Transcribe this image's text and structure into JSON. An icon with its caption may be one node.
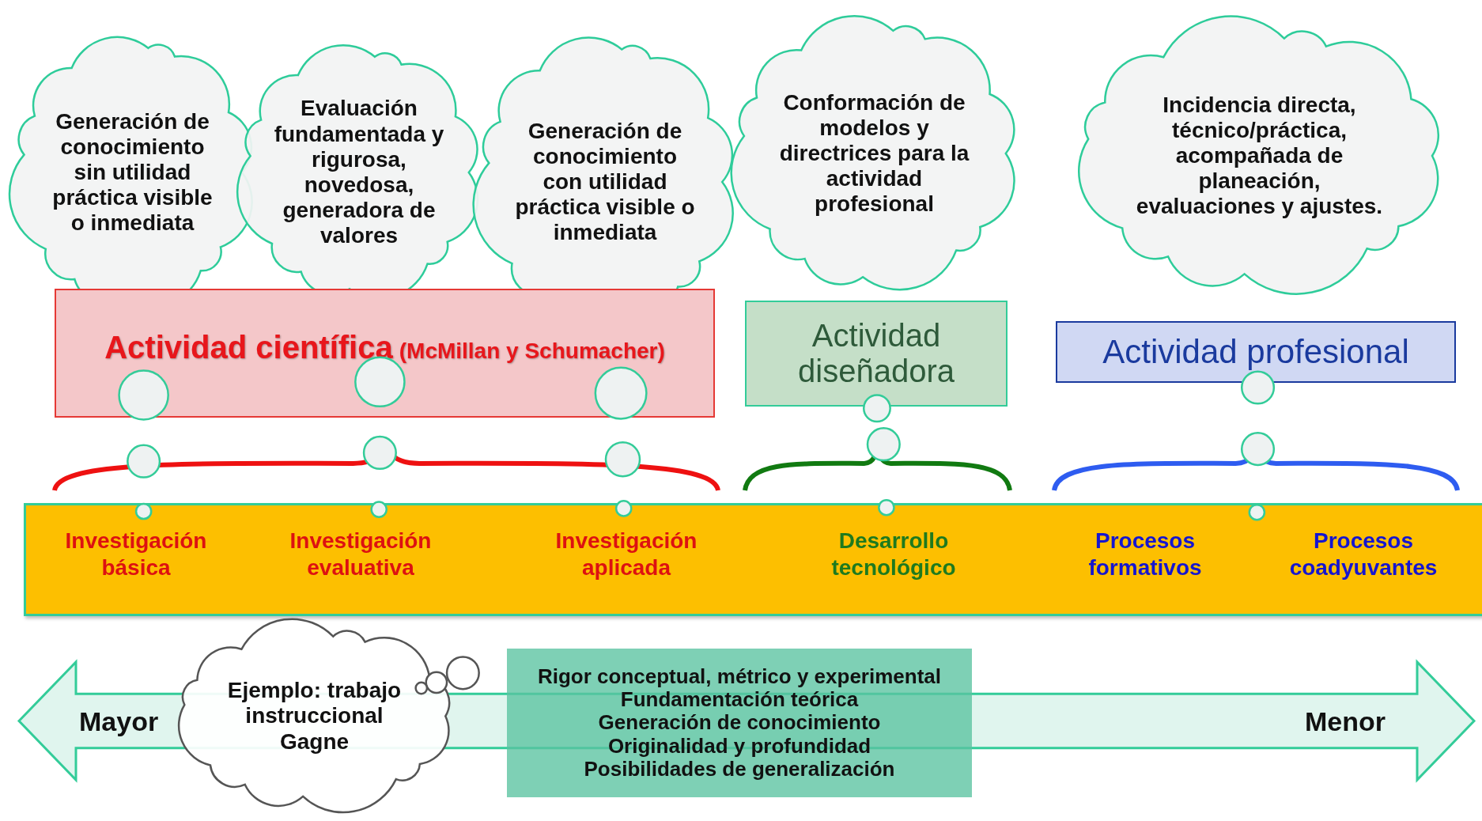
{
  "diagram": {
    "nodes": [
      {
        "text": [
          "Generación de conocimiento sin utilidad práctica visible o inmediata"
        ]
      },
      {
        "text": [
          "Evaluación fundamentada y rigurosa, novedosa, generadora de valores"
        ]
      },
      {
        "text": [
          "Generación de conocimiento con utilidad práctica visible o inmediata"
        ]
      },
      {
        "text": [
          "Conformación de modelos y directrices para la actividad profesional"
        ]
      },
      {
        "text": [
          "Incidencia directa, técnico/práctica, acompañada de planeación, evaluaciones y ajustes."
        ]
      },
      {
        "text": [
          "Actividad científica",
          "(McMillan y Schumacher)"
        ]
      },
      {
        "text": [
          "Actividad diseñadora"
        ]
      },
      {
        "text": [
          "Actividad profesional"
        ]
      },
      {
        "text": [],
        "shape": "bar"
      },
      {
        "text": [
          "Investigación básica"
        ],
        "in": 8
      },
      {
        "text": [
          "Investigación evaluativa"
        ],
        "in": 8
      },
      {
        "text": [
          "Investigación aplicada"
        ],
        "in": 8
      },
      {
        "text": [
          "Desarrollo tecnológico"
        ],
        "in": 8
      },
      {
        "text": [
          "Procesos formativos"
        ],
        "in": 8
      },
      {
        "text": [
          "Procesos coadyuvantes"
        ],
        "in": 8
      },
      {
        "text": [
          "Ejemplo: trabajo instruccional Gagne"
        ]
      },
      {
        "text": [
          "Rigor conceptual, métrico y experimental",
          "Fundamentación teórica",
          "Generación de conocimiento",
          "Originalidad y profundidad",
          "Posibilidades de generalización"
        ]
      }
    ],
    "labels": [
      "Mayor",
      "Menor"
    ]
  }
}
